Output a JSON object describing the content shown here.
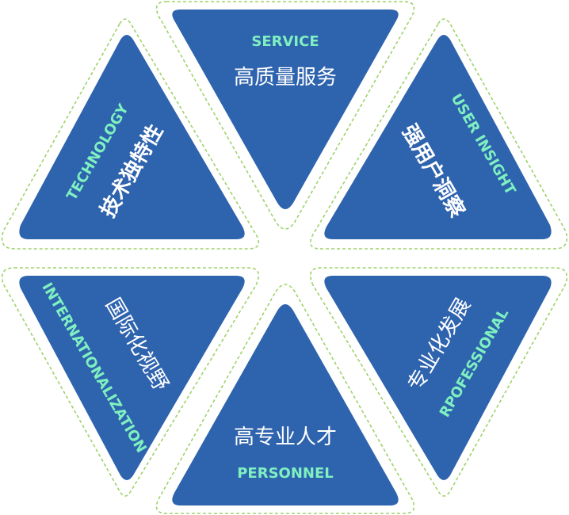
{
  "colors": {
    "triangle": "#2e63ae",
    "outline": "#9fd26b",
    "english_label": "#7ff0c0",
    "chinese_label": "#ffffff"
  },
  "segments": {
    "service": {
      "en": "SERVICE",
      "zh": "高质量服务"
    },
    "user_insight": {
      "en": "USER INSIGHT",
      "zh": "强用户洞察"
    },
    "professional": {
      "en": "RPOFESSIONAL",
      "zh": "专业化发展"
    },
    "personnel": {
      "en": "PERSONNEL",
      "zh": "高专业人才"
    },
    "internationalization": {
      "en": "INTERNATIONALIZATION",
      "zh": "国际化视野"
    },
    "technology": {
      "en": "TECHNOLOGY",
      "zh": "技术独特性"
    }
  }
}
